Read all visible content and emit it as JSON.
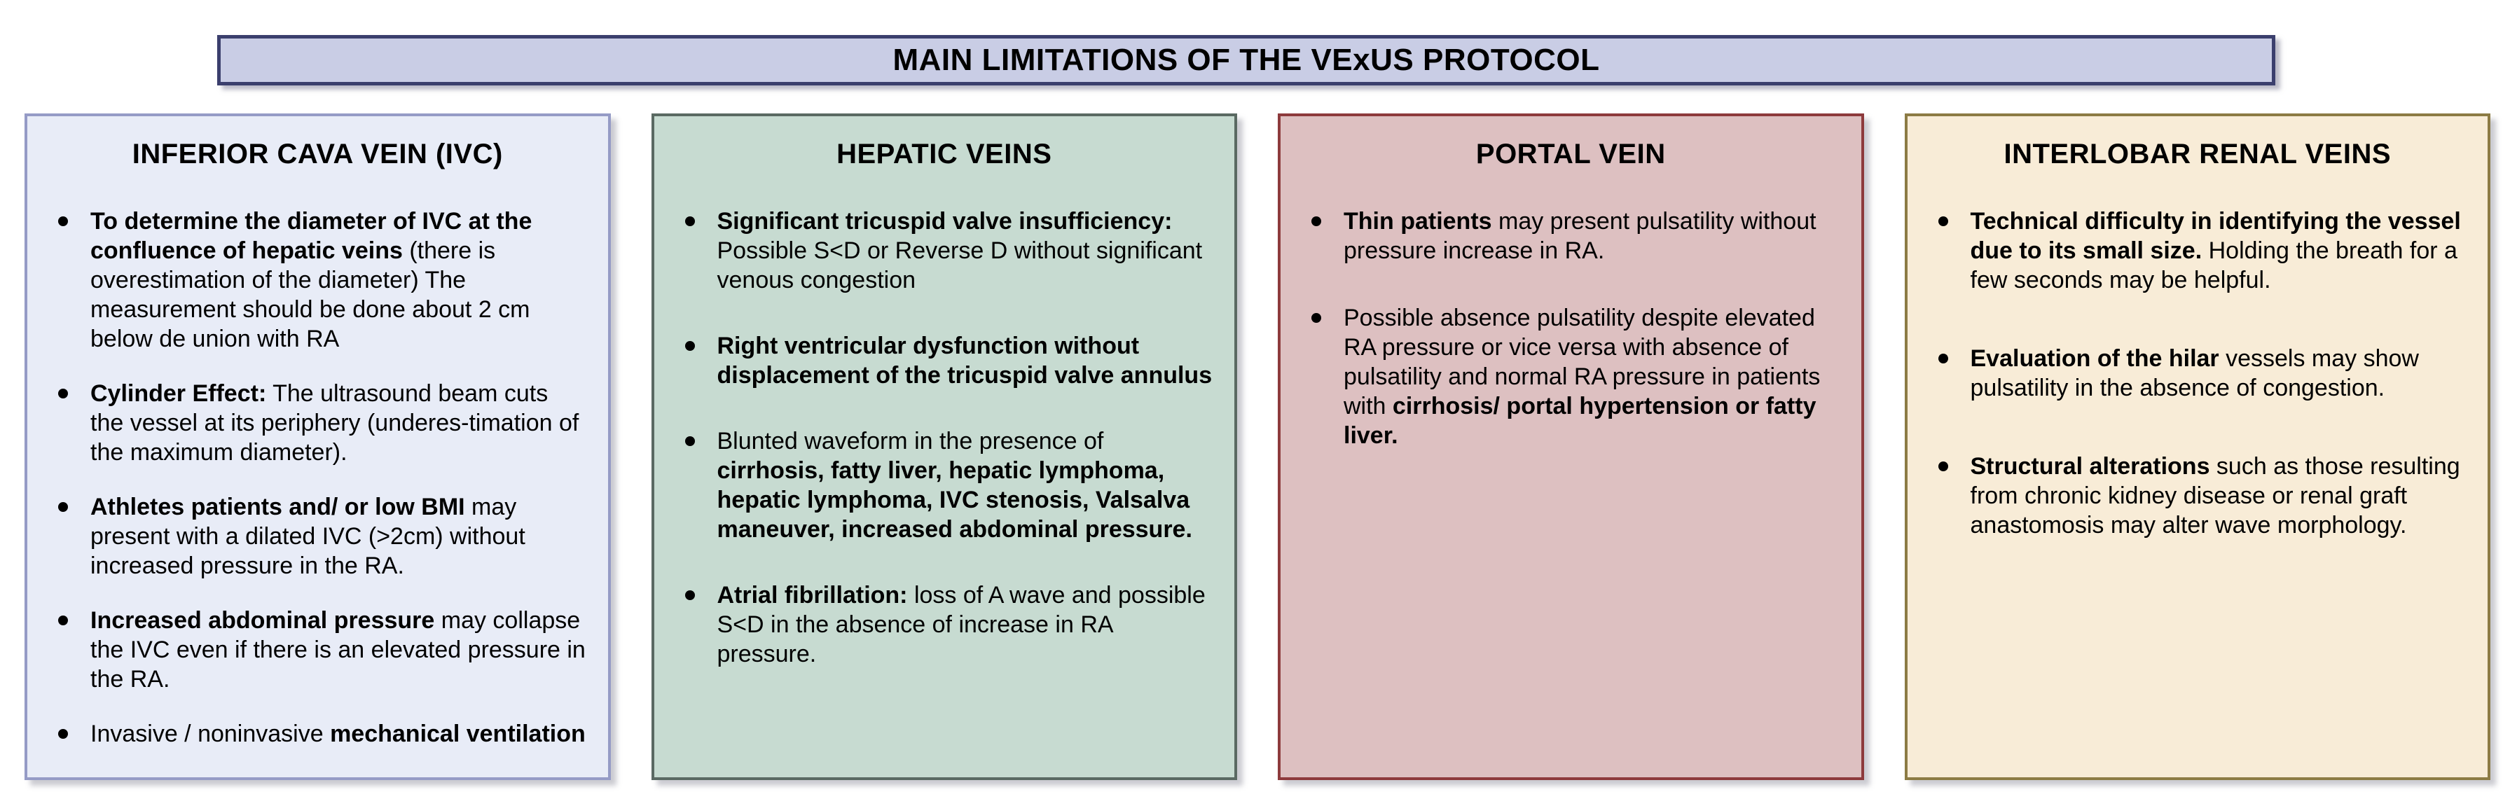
{
  "title": "MAIN LIMITATIONS OF THE VExUS PROTOCOL",
  "colors": {
    "page_bg": "#ffffff",
    "title_bg": "#c9cde5",
    "title_border": "#3b3f6d",
    "text": "#000000",
    "bullet": "#000000"
  },
  "panels": [
    {
      "id": "ivc",
      "title": "INFERIOR CAVA VEIN (IVC)",
      "bg": "#e8ecf7",
      "border": "#959bc6",
      "bullets": [
        [
          {
            "t": "To determine the diameter of IVC at the confluence of hepatic veins",
            "b": true
          },
          {
            "t": " (there is overestimation of the diameter) The measurement should be done about 2 cm below de union with RA",
            "b": false
          }
        ],
        [
          {
            "t": "Cylinder Effect:",
            "b": true
          },
          {
            "t": " The ultrasound beam cuts the vessel at its periphery (underes-timation of the maximum diameter).",
            "b": false
          }
        ],
        [
          {
            "t": "Athletes patients and/ or low BMI",
            "b": true
          },
          {
            "t": " may present with a dilated IVC (>2cm) without increased pressure in the RA.",
            "b": false
          }
        ],
        [
          {
            "t": "Increased abdominal pressure",
            "b": true
          },
          {
            "t": " may collapse the IVC even if there is an elevated pressure in the RA.",
            "b": false
          }
        ],
        [
          {
            "t": "Invasive / noninvasive ",
            "b": false
          },
          {
            "t": "mechanical ventilation",
            "b": true
          }
        ]
      ]
    },
    {
      "id": "hepatic",
      "title": "HEPATIC VEINS",
      "bg": "#c7dbd1",
      "border": "#5a6962",
      "bullets": [
        [
          {
            "t": "Significant tricuspid valve insufficiency:",
            "b": true
          },
          {
            "t": " Possible S<D or Reverse D without significant venous congestion",
            "b": false
          }
        ],
        [
          {
            "t": "Right ventricular dysfunction without displacement of the tricuspid valve annulus",
            "b": true
          }
        ],
        [
          {
            "t": "Blunted waveform in the presence of ",
            "b": false
          },
          {
            "t": "cirrhosis, fatty liver, hepatic lymphoma, hepatic lymphoma, IVC stenosis, Valsalva maneuver, increased abdominal pressure.",
            "b": true
          }
        ],
        [
          {
            "t": "Atrial fibrillation:",
            "b": true
          },
          {
            "t": " loss of A wave and possible S<D in the absence of increase in RA pressure.",
            "b": false
          }
        ]
      ]
    },
    {
      "id": "portal",
      "title": "PORTAL VEIN",
      "bg": "#ddc0c1",
      "border": "#8d3a3c",
      "bullets": [
        [
          {
            "t": "Thin patients",
            "b": true
          },
          {
            "t": " may present pulsatility without pressure increase in RA.",
            "b": false
          }
        ],
        [
          {
            "t": "Possible absence  pulsatility despite elevated RA pressure or vice versa with absence of pulsatility and normal RA pressure in patients with ",
            "b": false
          },
          {
            "t": "cirrhosis/ portal hypertension or fatty liver.",
            "b": true
          }
        ]
      ]
    },
    {
      "id": "renal",
      "title": "INTERLOBAR RENAL VEINS",
      "bg": "#f8ecd7",
      "border": "#8c7b44",
      "bullets": [
        [
          {
            "t": "Technical difficulty in identifying the vessel due to its small size.",
            "b": true
          },
          {
            "t": " Holding the breath for a few seconds may be helpful.",
            "b": false
          }
        ],
        [
          {
            "t": "Evaluation of the hilar",
            "b": true
          },
          {
            "t": " vessels may show pulsatility in the absence of congestion.",
            "b": false
          }
        ],
        [
          {
            "t": "Structural alterations",
            "b": true
          },
          {
            "t": " such as those resulting from chronic kidney disease or renal graft anastomosis may alter wave morphology.",
            "b": false
          }
        ]
      ]
    }
  ]
}
